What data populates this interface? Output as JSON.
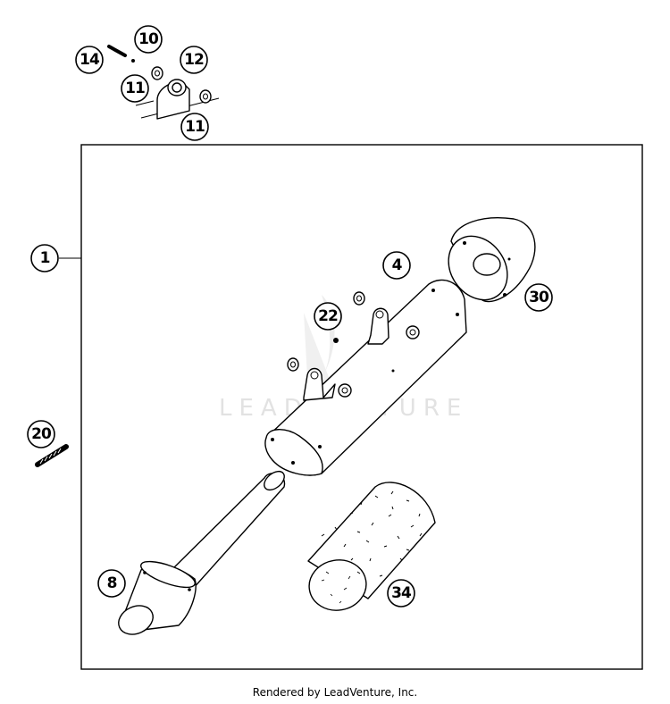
{
  "diagram": {
    "callouts": [
      {
        "id": "c1",
        "label": "1"
      },
      {
        "id": "c4",
        "label": "4"
      },
      {
        "id": "c8",
        "label": "8"
      },
      {
        "id": "c10",
        "label": "10"
      },
      {
        "id": "c11a",
        "label": "11"
      },
      {
        "id": "c11b",
        "label": "11"
      },
      {
        "id": "c12",
        "label": "12"
      },
      {
        "id": "c14",
        "label": "14"
      },
      {
        "id": "c20",
        "label": "20"
      },
      {
        "id": "c22",
        "label": "22"
      },
      {
        "id": "c30",
        "label": "30"
      },
      {
        "id": "c34",
        "label": "34"
      }
    ],
    "watermark": "LEADVENTURE",
    "footer": "Rendered by LeadVenture, Inc."
  }
}
